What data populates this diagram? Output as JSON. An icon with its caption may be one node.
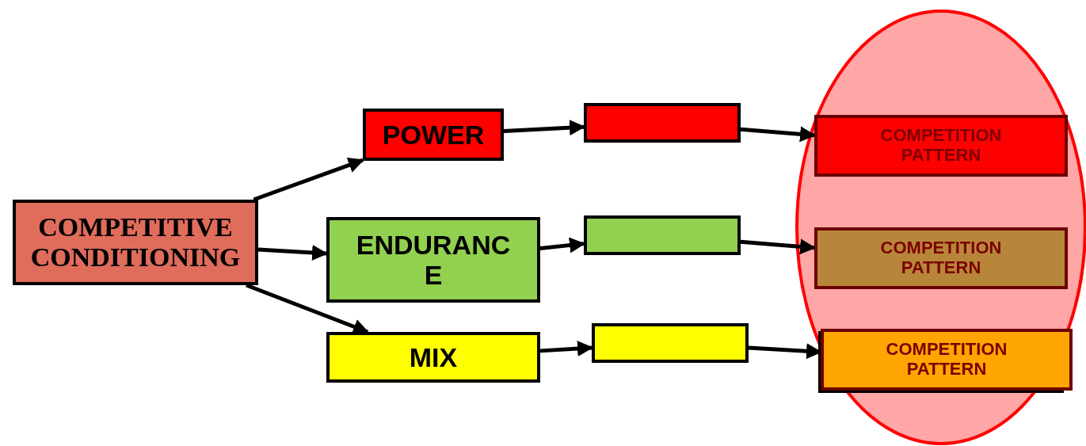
{
  "diagram": {
    "nodes": [
      {
        "text": [
          "COMPETITIVE CONDITIONING"
        ]
      },
      {
        "text": [
          "POWER"
        ]
      },
      {
        "text": [
          "ENDURANCE"
        ]
      },
      {
        "text": [
          "MIX"
        ]
      },
      {
        "text": [],
        "shape": "box"
      },
      {
        "text": [],
        "shape": "box"
      },
      {
        "text": [],
        "shape": "box"
      },
      {
        "text": [
          "COMPETITION PATTERN"
        ]
      },
      {
        "text": [
          "COMPETITION PATTERN"
        ]
      },
      {
        "text": [
          "COMPETITION PATTERN"
        ]
      }
    ],
    "edges": [
      {
        "from": 0,
        "to": 1,
        "arrow": "to"
      },
      {
        "from": 0,
        "to": 2,
        "arrow": "to"
      },
      {
        "from": 0,
        "to": 3,
        "arrow": "to"
      },
      {
        "from": 1,
        "to": 4,
        "arrow": "to"
      },
      {
        "from": 2,
        "to": 5,
        "arrow": "to"
      },
      {
        "from": 3,
        "to": 6,
        "arrow": "to"
      },
      {
        "from": 4,
        "to": 7,
        "arrow": "to"
      },
      {
        "from": 5,
        "to": 8,
        "arrow": "to"
      },
      {
        "from": 6,
        "to": 9,
        "arrow": "to"
      }
    ]
  }
}
